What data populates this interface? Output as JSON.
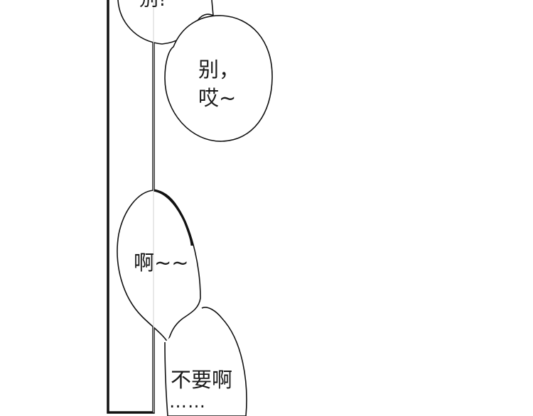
{
  "bubbles": [
    {
      "lines": [
        "别!"
      ]
    },
    {
      "lines": [
        "别，",
        "哎~"
      ]
    },
    {
      "lines": [
        "啊~~"
      ]
    },
    {
      "lines": [
        "不要啊",
        "……"
      ]
    }
  ],
  "colors": {
    "ink": "#111111",
    "paper": "#ffffff",
    "text": "#1a1a1a"
  }
}
